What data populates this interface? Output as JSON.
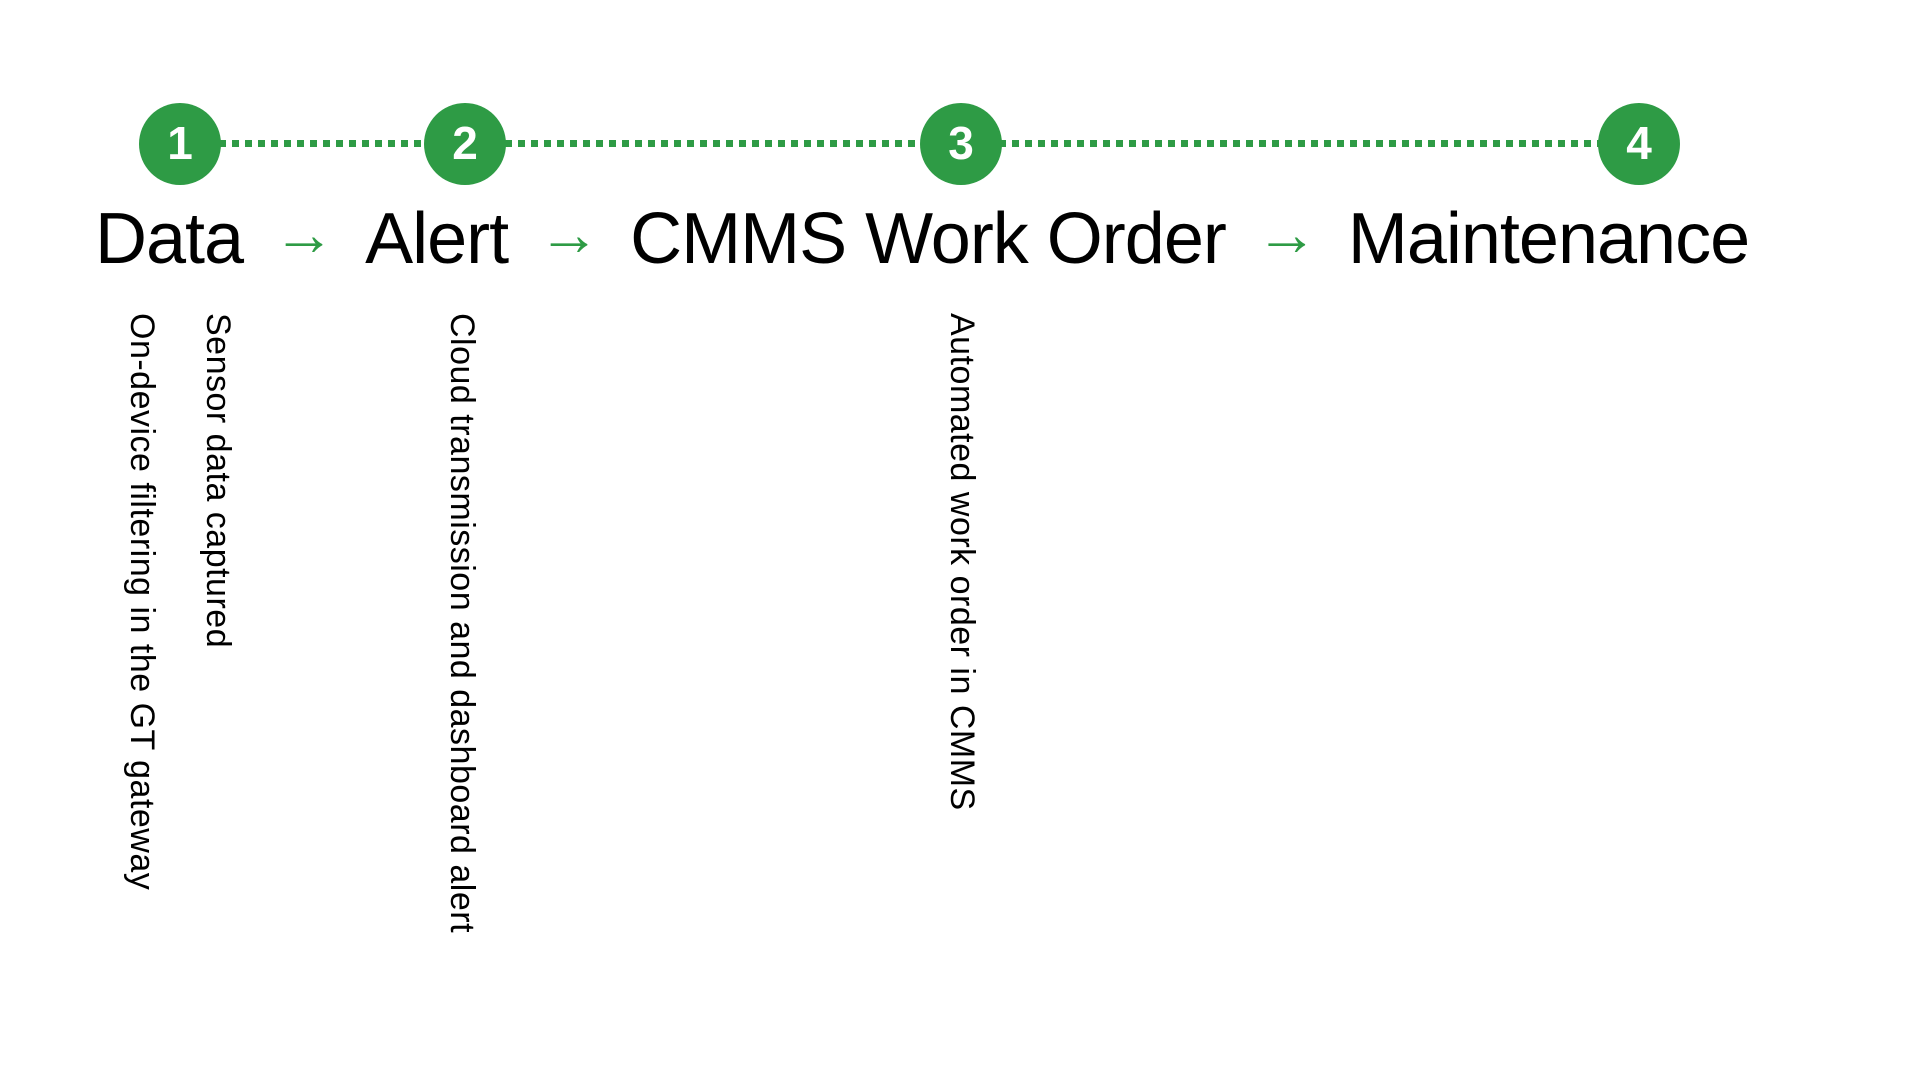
{
  "colors": {
    "background": "#ffffff",
    "accent_green": "#2e9b45",
    "text": "#000000"
  },
  "glyphs": {
    "arrow": "→"
  },
  "timeline": {
    "steps": [
      {
        "number": "1",
        "label": "Data",
        "details": [
          "Sensor data captured",
          "On-device filtering in the GT gateway"
        ]
      },
      {
        "number": "2",
        "label": "Alert",
        "details": [
          "Cloud transmission and dashboard alert"
        ]
      },
      {
        "number": "3",
        "label": "CMMS Work Order",
        "details": [
          "Automated work order in CMMS"
        ]
      },
      {
        "number": "4",
        "label": "Maintenance",
        "details": []
      }
    ]
  }
}
